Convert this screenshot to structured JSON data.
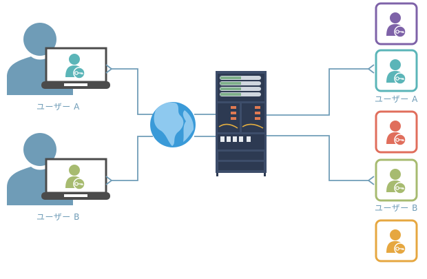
{
  "labels": {
    "user_a": "ユーザー A",
    "user_b": "ユーザー B",
    "right_user_a": "ユーザー A",
    "right_user_b": "ユーザー B"
  },
  "colors": {
    "line": "#6f9cb7",
    "silhouette": "#6f9cb7",
    "laptop": "#4b4b4b",
    "key_user_a": "#5bb5b8",
    "key_user_b": "#a7bb70",
    "boxes": [
      "#7e62a8",
      "#5bb5b8",
      "#e06e5c",
      "#a7bb70",
      "#e6a740"
    ],
    "rack": "#3d4d6a",
    "globe_ocean": "#3a9ad8",
    "globe_land": "#8ec9ef"
  }
}
